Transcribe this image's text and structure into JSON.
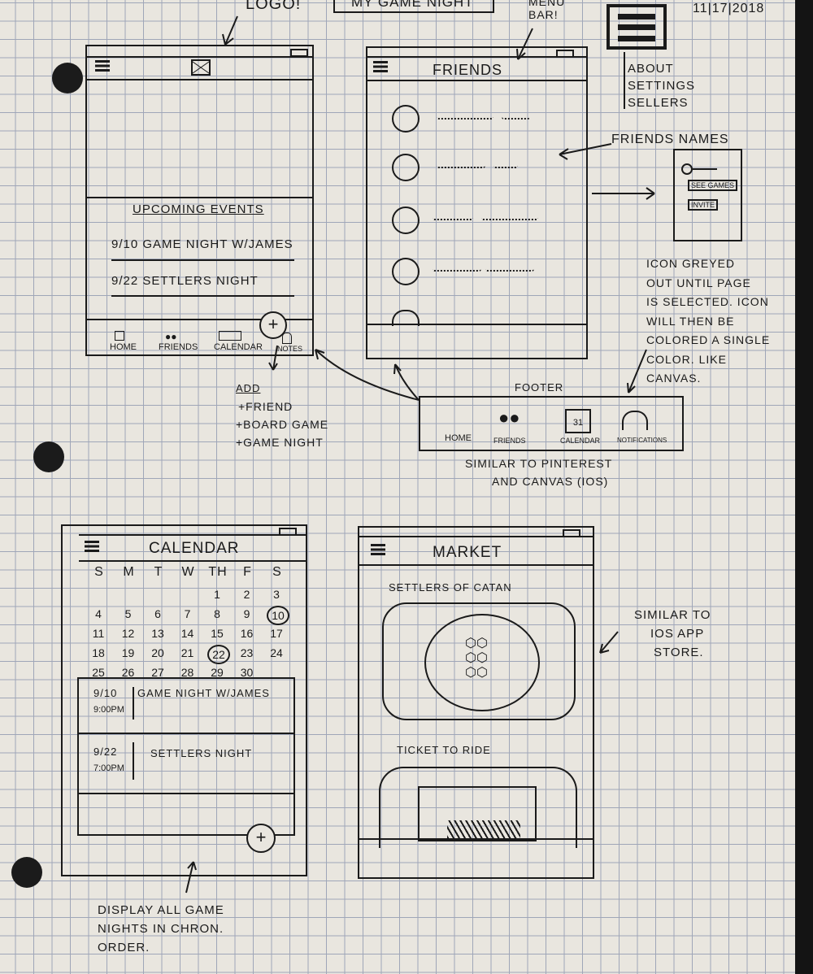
{
  "annotations": {
    "logo": "Logo!",
    "app_title": "My Game Night",
    "menu_bar": "Menu Bar!",
    "date": "11|17|2018",
    "menu_items": [
      "About",
      "Settings",
      "Sellers"
    ],
    "friends_names": "Friends Names",
    "friend_card": {
      "see_games": "See Games",
      "invite": "Invite"
    },
    "icon_note": [
      "Icon greyed",
      "out until page",
      "is selected. Icon",
      "will then be",
      "colored a single",
      "color. Like",
      "canvas."
    ],
    "add_menu": {
      "title": "Add",
      "items": [
        "+Friend",
        "+Board Game",
        "+Game Night"
      ]
    },
    "footer_label": "Footer",
    "footer_note": [
      "Similar to Pinterest",
      "and Canvas (iOS)"
    ],
    "market_note": [
      "Similar to",
      "iOS App",
      "Store."
    ],
    "calendar_note": [
      "Display all game",
      "nights in chron.",
      "order."
    ]
  },
  "home_screen": {
    "section_title": "Upcoming Events",
    "events": [
      {
        "date": "9/10",
        "title": "Game Night w/James"
      },
      {
        "date": "9/22",
        "title": "Settlers Night"
      }
    ],
    "footer": [
      "Home",
      "Friends",
      "Calendar",
      "Notes"
    ]
  },
  "friends_screen": {
    "title": "Friends"
  },
  "footer_detail": {
    "items": [
      "Home",
      "Friends",
      "Calendar",
      "Notifications"
    ],
    "calendar_icon_day": "31"
  },
  "calendar_screen": {
    "title": "Calendar",
    "weekdays": [
      "S",
      "M",
      "T",
      "W",
      "Th",
      "F",
      "S"
    ],
    "weeks": [
      [
        "",
        "",
        "",
        "",
        "1",
        "2",
        "3"
      ],
      [
        "4",
        "5",
        "6",
        "7",
        "8",
        "9",
        "10"
      ],
      [
        "11",
        "12",
        "13",
        "14",
        "15",
        "16",
        "17"
      ],
      [
        "18",
        "19",
        "20",
        "21",
        "22",
        "23",
        "24"
      ],
      [
        "25",
        "26",
        "27",
        "28",
        "29",
        "30",
        ""
      ]
    ],
    "circled_days": [
      "10",
      "22"
    ],
    "events": [
      {
        "date": "9/10",
        "time": "9:00pm",
        "title": "Game Night w/James"
      },
      {
        "date": "9/22",
        "time": "7:00pm",
        "title": "Settlers Night"
      }
    ]
  },
  "market_screen": {
    "title": "Market",
    "games": [
      "Settlers of Catan",
      "Ticket to Ride"
    ]
  }
}
